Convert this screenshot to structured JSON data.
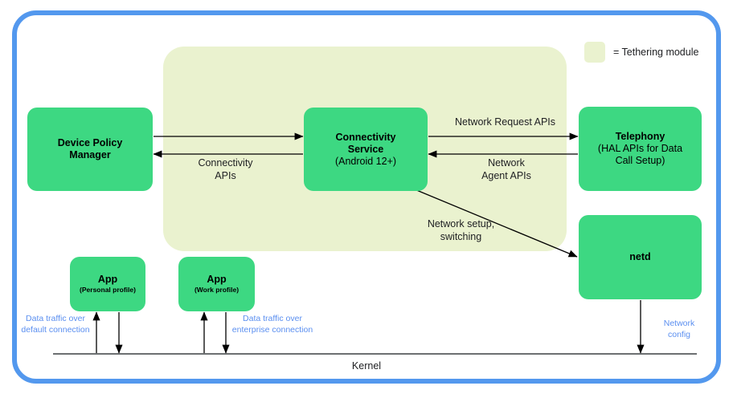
{
  "diagram": {
    "legend": {
      "swatch_label": "= Tethering module",
      "swatch_color": "#eaf2cf"
    },
    "colors": {
      "node_green": "#3dd882",
      "tether_yellow": "#eaf2cf",
      "frame_blue": "#5398ee",
      "blue_text": "#5b8ff0"
    },
    "nodes": {
      "device_policy_manager": {
        "title": "Device Policy",
        "title2": "Manager"
      },
      "connectivity_service": {
        "title": "Connectivity",
        "title2": "Service",
        "subtitle": "(Android 12+)"
      },
      "telephony": {
        "title": "Telephony",
        "subtitle": "(HAL APIs for Data",
        "subtitle2": "Call Setup)"
      },
      "netd": {
        "title": "netd"
      },
      "app_personal": {
        "title": "App",
        "subtitle": "(Personal profile)"
      },
      "app_work": {
        "title": "App",
        "subtitle": "(Work profile)"
      }
    },
    "edge_labels": {
      "connectivity_apis_l1": "Connectivity",
      "connectivity_apis_l2": "APIs",
      "network_request_apis": "Network Request APIs",
      "network_agent_apis_l1": "Network",
      "network_agent_apis_l2": "Agent APIs",
      "network_setup_l1": "Network setup,",
      "network_setup_l2": "switching",
      "data_traffic_default_l1": "Data traffic over",
      "data_traffic_default_l2": "default connection",
      "data_traffic_enterprise_l1": "Data traffic over",
      "data_traffic_enterprise_l2": "enterprise connection",
      "network_config_l1": "Network",
      "network_config_l2": "config"
    },
    "kernel": {
      "label": "Kernel"
    }
  }
}
